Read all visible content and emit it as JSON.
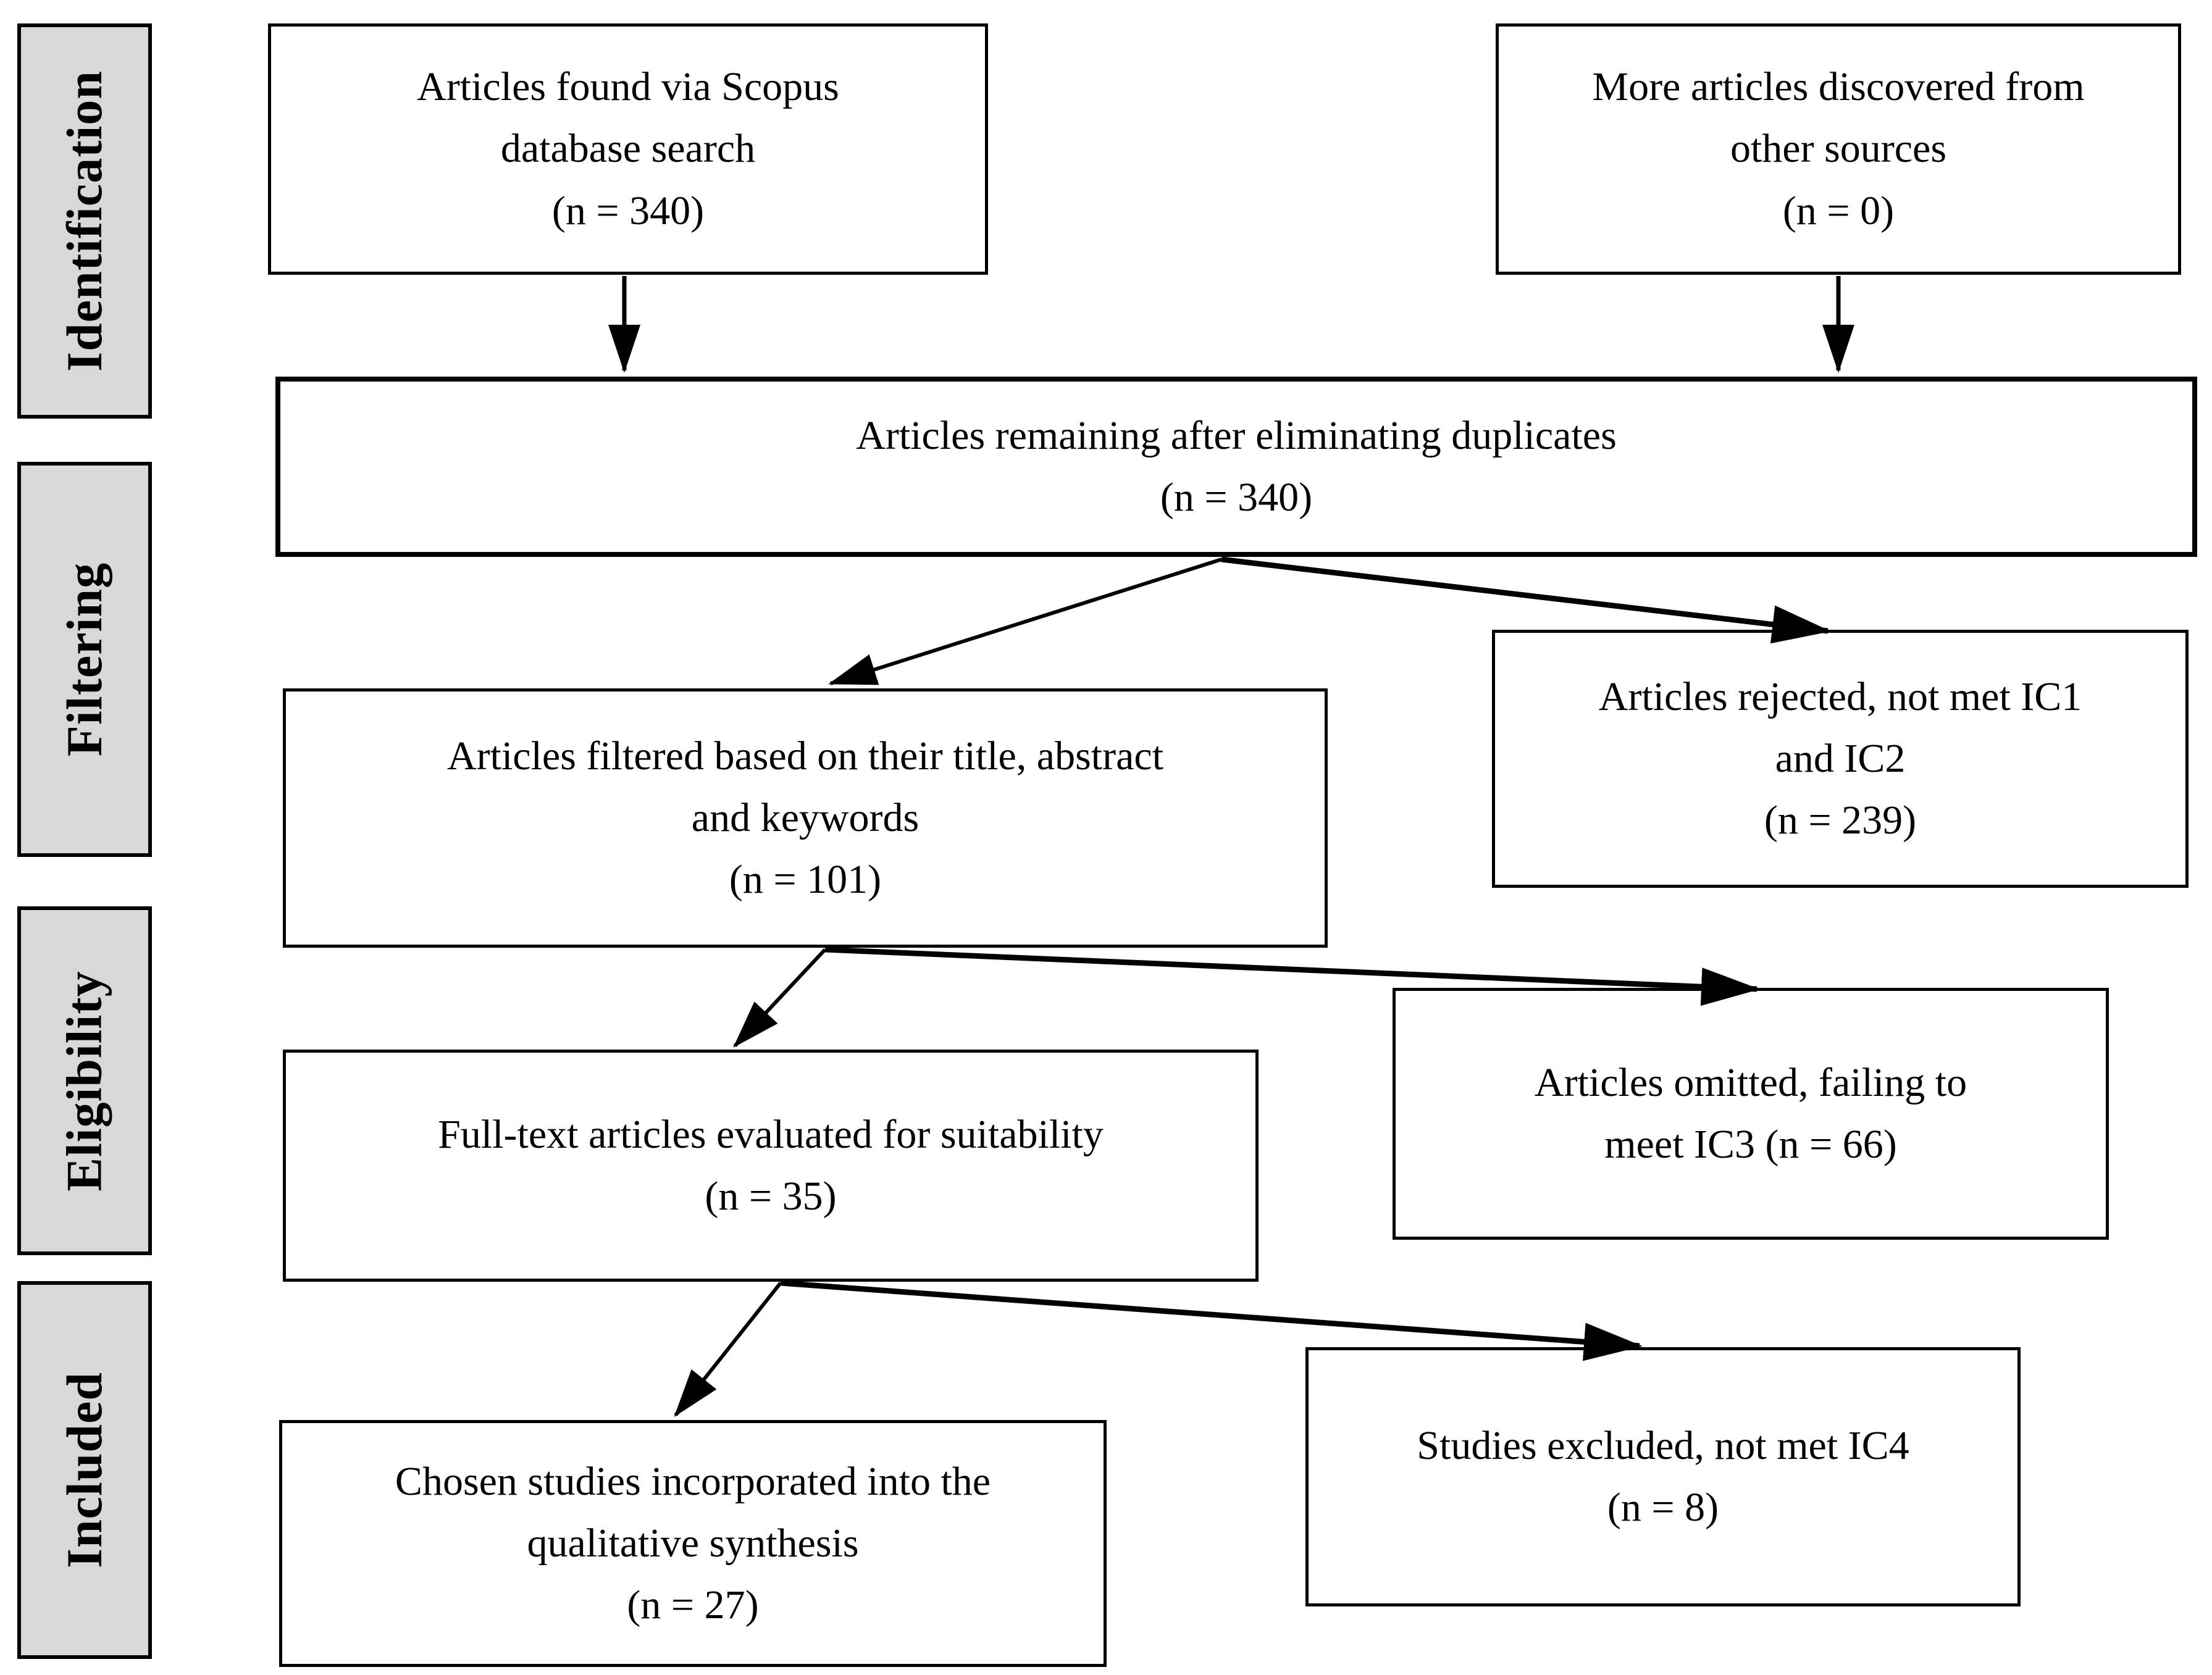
{
  "palette": {
    "background": "#ffffff",
    "box_fill": "#ffffff",
    "box_border": "#000000",
    "stage_fill": "#d8d8d8",
    "arrow": "#000000"
  },
  "stages": [
    {
      "label": "Identification"
    },
    {
      "label": "Filtering"
    },
    {
      "label": "Eligibility"
    },
    {
      "label": "Included"
    }
  ],
  "boxes": {
    "scopus": {
      "lines": [
        "Articles found via Scopus",
        "database search",
        "(n = 340)"
      ]
    },
    "other_sources": {
      "lines": [
        "More articles discovered from",
        "other sources",
        "(n = 0)"
      ]
    },
    "duplicates": {
      "lines": [
        "Articles remaining after eliminating duplicates",
        "(n = 340)"
      ]
    },
    "filtered": {
      "lines": [
        "Articles filtered based on their title, abstract",
        "and keywords",
        "(n = 101)"
      ]
    },
    "rejected": {
      "lines": [
        "Articles rejected, not met IC1",
        "and IC2",
        "(n = 239)"
      ]
    },
    "fulltext": {
      "lines": [
        "Full-text articles evaluated for suitability",
        "(n = 35)"
      ]
    },
    "omitted": {
      "lines": [
        "Articles omitted, failing to",
        "meet IC3 (n = 66)"
      ]
    },
    "chosen": {
      "lines": [
        "Chosen studies incorporated into the",
        "qualitative synthesis",
        "(n = 27)"
      ]
    },
    "excluded": {
      "lines": [
        "Studies excluded, not met IC4",
        "(n = 8)"
      ]
    }
  }
}
